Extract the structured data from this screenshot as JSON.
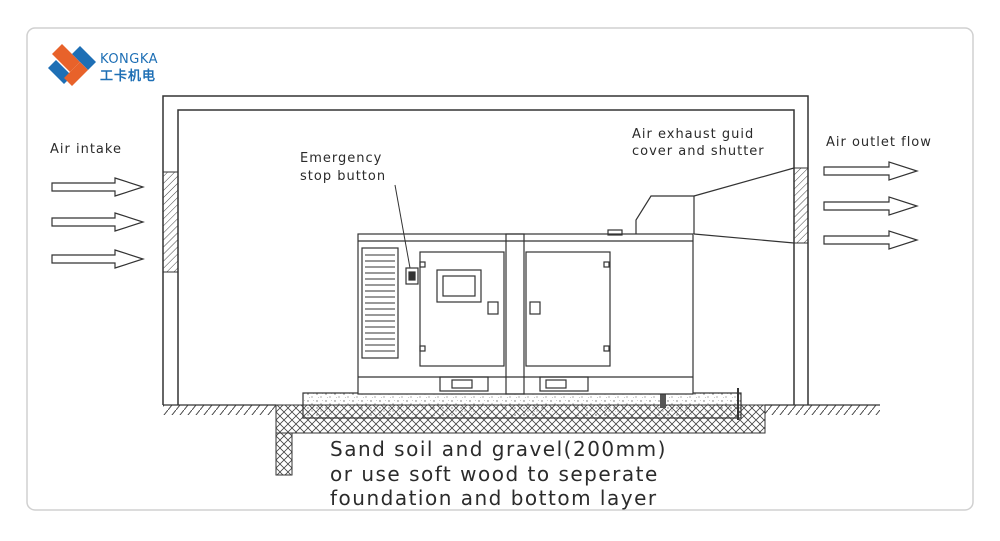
{
  "brand": {
    "name": "KONGKA",
    "name_cn": "工卡机电",
    "color_orange": "#e8622a",
    "color_blue": "#1e6fb5"
  },
  "labels": {
    "air_intake": "Air intake",
    "emergency_line1": "Emergency",
    "emergency_line2": "stop button",
    "exhaust_line1": "Air exhaust guid",
    "exhaust_line2": "cover and shutter",
    "air_outlet": "Air outlet flow"
  },
  "caption": {
    "line1": "Sand soil and gravel(200mm)",
    "line2": "or use soft wood to seperate",
    "line3": "foundation and bottom layer"
  },
  "icons": [
    "kongka-logo-icon",
    "arrow-right-icon"
  ]
}
